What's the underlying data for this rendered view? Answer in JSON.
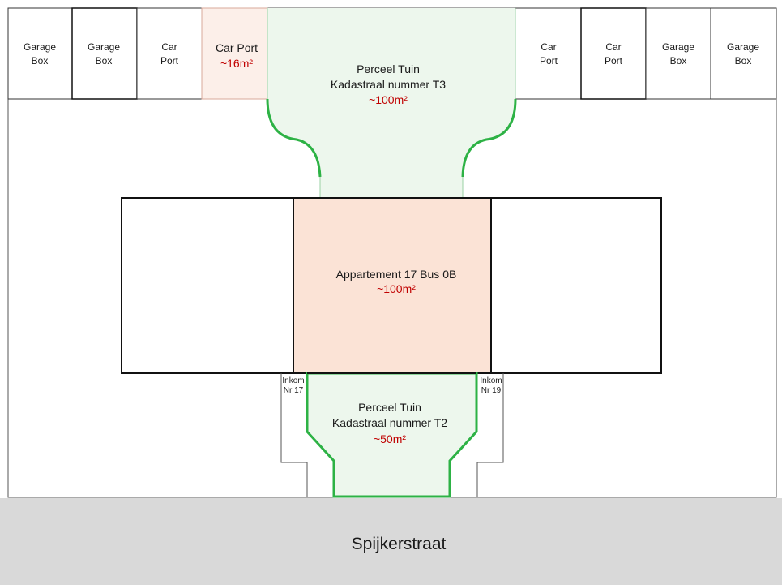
{
  "colors": {
    "garden_fill": "#edf7ed",
    "garden_border": "#2db245",
    "apartment_fill": "#fbe3d6",
    "carport_highlight_fill": "#fcefe9",
    "street_fill": "#d9d9d9",
    "area_text": "#c00000"
  },
  "top_row_left": [
    {
      "line1": "Garage",
      "line2": "Box"
    },
    {
      "line1": "Garage",
      "line2": "Box"
    },
    {
      "line1": "Car",
      "line2": "Port"
    }
  ],
  "carport_highlight": {
    "label": "Car Port",
    "area": "~16m²"
  },
  "top_row_right": [
    {
      "line1": "Car",
      "line2": "Port"
    },
    {
      "line1": "Car",
      "line2": "Port"
    },
    {
      "line1": "Garage",
      "line2": "Box"
    },
    {
      "line1": "Garage",
      "line2": "Box"
    }
  ],
  "garden_t3": {
    "line1": "Perceel Tuin",
    "line2": "Kadastraal nummer T3",
    "area": "~100m²"
  },
  "apartment": {
    "label": "Appartement 17 Bus 0B",
    "area": "~100m²"
  },
  "garden_t2": {
    "line1": "Perceel Tuin",
    "line2": "Kadastraal nummer T2",
    "area": "~50m²"
  },
  "entrance_left": {
    "line1": "Inkom",
    "line2": "Nr 17"
  },
  "entrance_right": {
    "line1": "Inkom",
    "line2": "Nr 19"
  },
  "street": {
    "label": "Spijkerstraat"
  }
}
